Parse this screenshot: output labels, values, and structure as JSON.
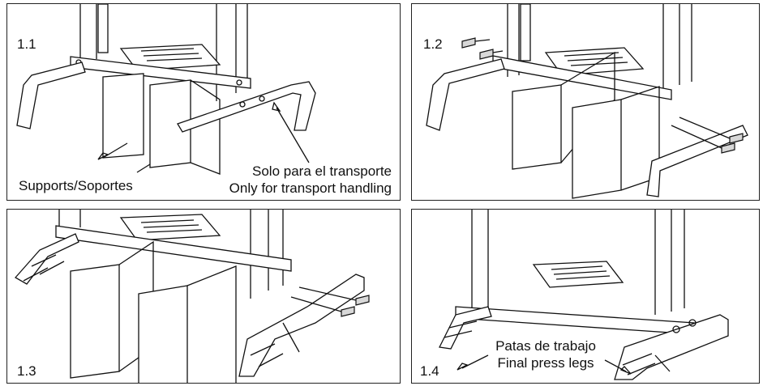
{
  "panels": [
    {
      "step": "1.1",
      "callouts": [
        "Supports/Soportes",
        "Solo para el transporte",
        "Only for transport handling"
      ]
    },
    {
      "step": "1.2",
      "callouts": []
    },
    {
      "step": "1.3",
      "callouts": []
    },
    {
      "step": "1.4",
      "callouts": [
        "Patas de trabajo",
        "Final press legs"
      ]
    }
  ]
}
